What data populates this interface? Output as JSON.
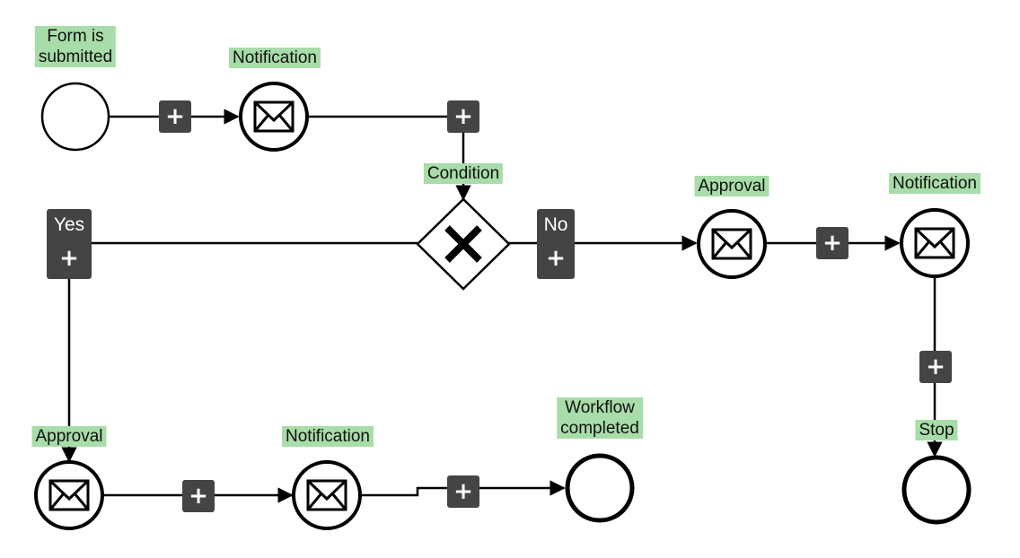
{
  "colors": {
    "label_bg": "#a8dca8",
    "button_bg": "#444444",
    "stroke": "#000000"
  },
  "labels": {
    "start": "Form is\nsubmitted",
    "notify_1": "Notification",
    "condition": "Condition",
    "approval_no": "Approval",
    "notify_no": "Notification",
    "stop": "Stop",
    "approval_yes": "Approval",
    "notify_yes": "Notification",
    "completed": "Workflow\ncompleted"
  },
  "branches": {
    "yes": "Yes",
    "no": "No"
  },
  "add_button_glyph": "+",
  "icons": {
    "message": "envelope-icon",
    "gateway": "exclusive-gateway-x-icon"
  }
}
